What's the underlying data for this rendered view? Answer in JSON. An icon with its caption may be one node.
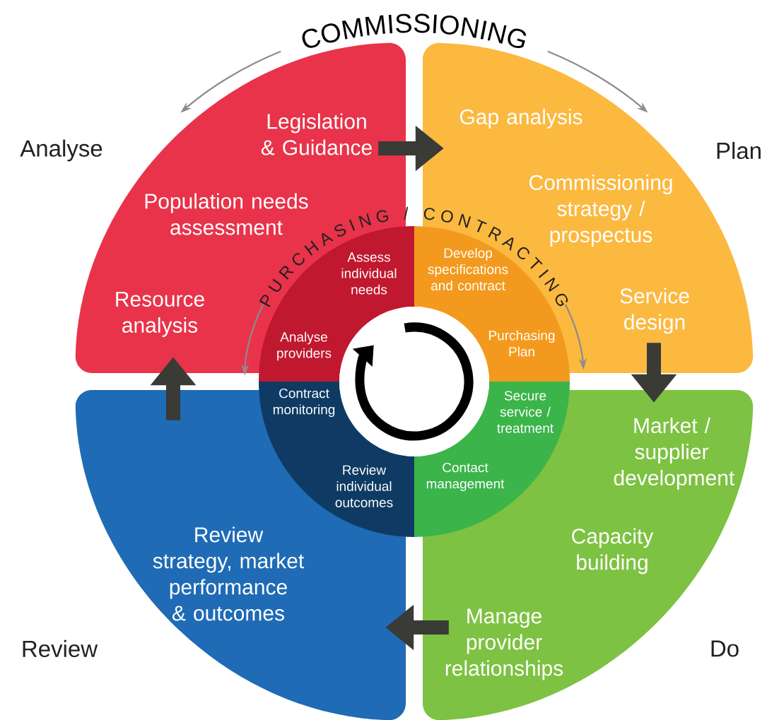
{
  "diagram": {
    "nodes": [
      {
        "text": [
          "Legislation & Guidance",
          "Population needs assessment",
          "Resource analysis"
        ]
      },
      {
        "text": [
          "Gap analysis",
          "Commissioning strategy / prospectus",
          "Service design"
        ]
      },
      {
        "text": [
          "Market / supplier development",
          "Capacity building",
          "Manage provider relationships"
        ]
      },
      {
        "text": [
          "Review strategy, market performance & outcomes"
        ]
      },
      {
        "text": [
          "Assess individual needs",
          "Analyse providers"
        ]
      },
      {
        "text": [
          "Develop specifications and contract",
          "Purchasing Plan"
        ]
      },
      {
        "text": [
          "Secure service / treatment",
          "Contact management"
        ]
      },
      {
        "text": [
          "Review individual outcomes",
          "Contract monitoring"
        ]
      }
    ],
    "edges": [
      {
        "from": 0,
        "to": 1,
        "arrow": "to"
      },
      {
        "from": 1,
        "to": 2,
        "arrow": "to"
      },
      {
        "from": 2,
        "to": 3,
        "arrow": "to"
      },
      {
        "from": 3,
        "to": 0,
        "arrow": "to"
      }
    ],
    "labels": [
      "COMMISSIONING",
      "Analyse",
      "Plan",
      "PURCHASING / CONTRACTING",
      "Review",
      "Do"
    ]
  }
}
